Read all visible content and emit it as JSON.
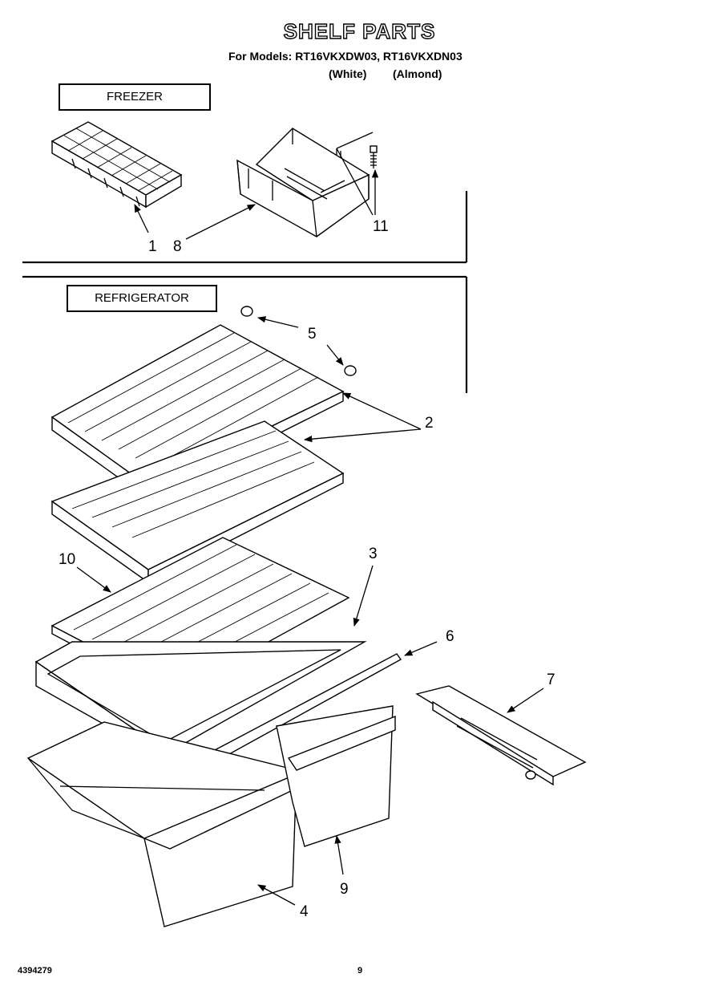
{
  "header": {
    "title": "SHELF PARTS",
    "models": "For Models: RT16VKXDW03, RT16VKXDN03",
    "color_white": "(White)",
    "color_almond": "(Almond)"
  },
  "sections": {
    "freezer": "FREEZER",
    "refrigerator": "REFRIGERATOR"
  },
  "callouts": {
    "c1": "1",
    "c2": "2",
    "c3": "3",
    "c4": "4",
    "c5": "5",
    "c6": "6",
    "c7": "7",
    "c8": "8",
    "c9": "9",
    "c10": "10",
    "c11": "11"
  },
  "footer": {
    "doc_number": "4394279",
    "page_number": "9"
  }
}
